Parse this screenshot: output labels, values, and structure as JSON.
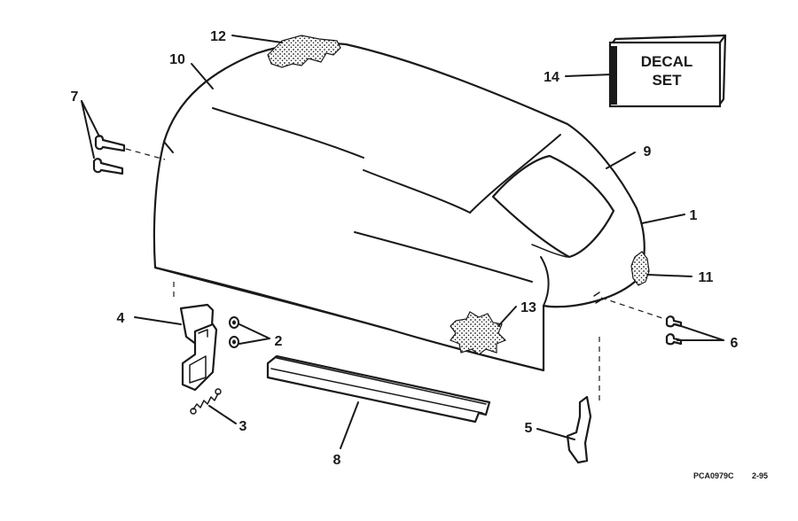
{
  "callouts": {
    "c1": "1",
    "c2": "2",
    "c3": "3",
    "c4": "4",
    "c5": "5",
    "c6": "6",
    "c7": "7",
    "c8": "8",
    "c9": "9",
    "c10": "10",
    "c11": "11",
    "c12": "12",
    "c13": "13",
    "c14": "14"
  },
  "decal": {
    "line1": "DECAL",
    "line2": "SET"
  },
  "footer": {
    "code": "PCA0979C",
    "date": "2-95"
  }
}
